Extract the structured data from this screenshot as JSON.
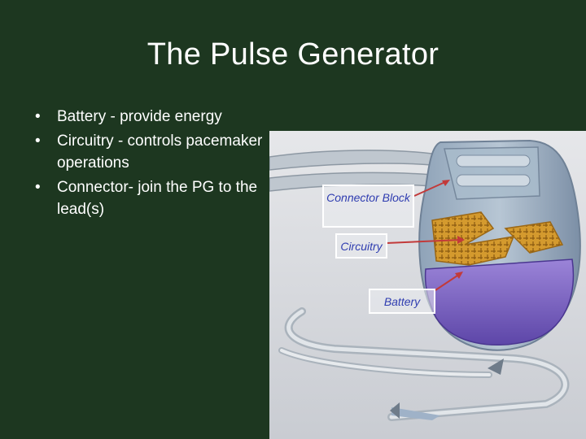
{
  "slide": {
    "title": "The Pulse Generator",
    "bullets": [
      {
        "text": "Battery - provide energy"
      },
      {
        "text": "Circuitry - controls pacemaker operations"
      },
      {
        "text": "Connector- join the PG to the lead(s)"
      }
    ]
  },
  "figure": {
    "callouts": {
      "connector_block": "Connector Block",
      "circuitry": "Circuitry",
      "battery": "Battery"
    }
  },
  "colors": {
    "background": "#1d3720",
    "text": "#ffffff",
    "callout_text": "#2f3db0",
    "arrow": "#c23a3a",
    "battery": "#7a5fc8",
    "circuitry": "#d79a2b"
  }
}
